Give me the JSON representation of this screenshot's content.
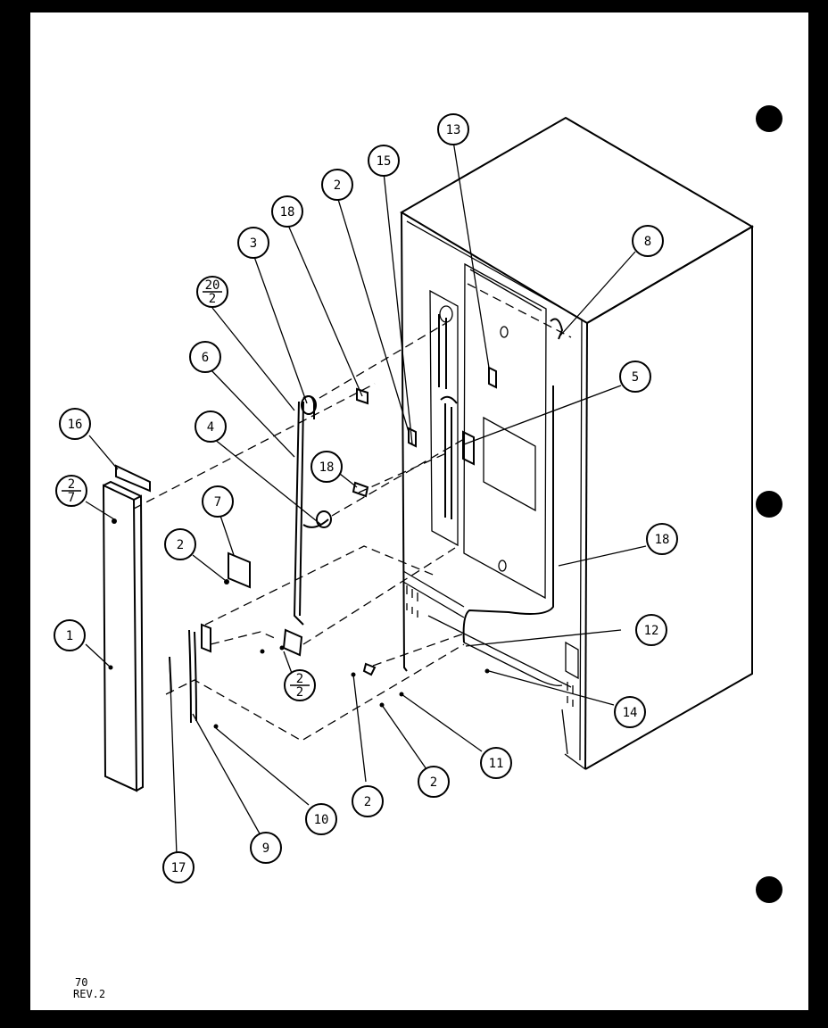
{
  "diagram": {
    "callouts": [
      {
        "id": "c13",
        "label": "13"
      },
      {
        "id": "c15",
        "label": "15"
      },
      {
        "id": "c2a",
        "label": "2"
      },
      {
        "id": "c18a",
        "label": "18"
      },
      {
        "id": "c3",
        "label": "3"
      },
      {
        "id": "c8",
        "label": "8"
      },
      {
        "id": "c20",
        "num": "20",
        "den": "2"
      },
      {
        "id": "c6a",
        "label": "6"
      },
      {
        "id": "c5",
        "label": "5"
      },
      {
        "id": "c4",
        "label": "4"
      },
      {
        "id": "c16",
        "label": "16"
      },
      {
        "id": "c27",
        "num": "2",
        "den": "7"
      },
      {
        "id": "c18b",
        "label": "18"
      },
      {
        "id": "c7",
        "label": "7"
      },
      {
        "id": "c2b",
        "label": "2"
      },
      {
        "id": "c18c",
        "label": "18"
      },
      {
        "id": "c1",
        "label": "1"
      },
      {
        "id": "c12",
        "label": "12"
      },
      {
        "id": "c22",
        "num": "2",
        "den": "2"
      },
      {
        "id": "c14",
        "label": "14"
      },
      {
        "id": "c11",
        "label": "11"
      },
      {
        "id": "c2c",
        "label": "2"
      },
      {
        "id": "c2d",
        "label": "2"
      },
      {
        "id": "c10",
        "label": "10"
      },
      {
        "id": "c9",
        "label": "9"
      },
      {
        "id": "c17",
        "label": "17"
      }
    ]
  },
  "footer": {
    "page_number": "70",
    "revision": "REV.2"
  }
}
